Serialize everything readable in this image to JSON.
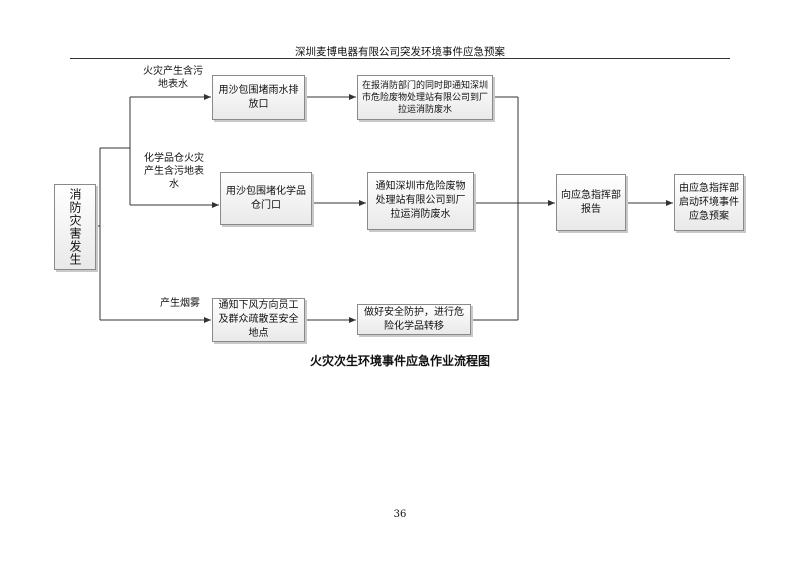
{
  "header": {
    "title": "深圳麦博电器有限公司突发环境事件应急预案"
  },
  "start": {
    "label": "消防灾害发生"
  },
  "branches": {
    "rainwater": "火灾产生含污地表水",
    "chemical": "化学品仓火灾产生含污地表水",
    "smoke": "产生烟雾"
  },
  "boxes": {
    "block_rain_outlet": "用沙包围堵雨水排放口",
    "notify_hazwaste_1": "在报消防部门的同时即通知深圳市危险废物处理站有限公司到厂拉运消防废水",
    "block_chem_door": "用沙包围堵化学品仓门口",
    "notify_hazwaste_2": "通知深圳市危险废物处理站有限公司到厂拉运消防废水",
    "evacuate": "通知下风方向员工及群众疏散至安全地点",
    "protect_transfer": "做好安全防护，进行危险化学品转移",
    "report_command": "向应急指挥部报告",
    "activate_plan": "由应急指挥部启动环境事件应急预案"
  },
  "caption": "火灾次生环境事件应急作业流程图",
  "page_number": "36"
}
